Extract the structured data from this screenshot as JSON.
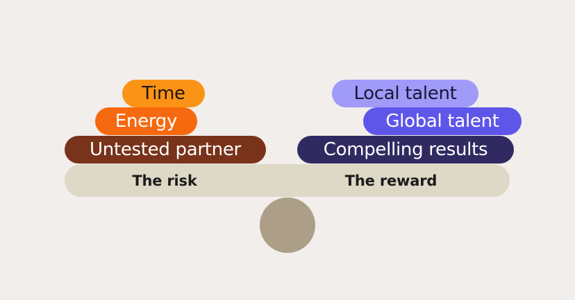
{
  "risk": {
    "label": "The risk",
    "items": [
      {
        "label": "Time",
        "bg": "#fb9316",
        "fg": "#1e1410"
      },
      {
        "label": "Energy",
        "bg": "#f6690f",
        "fg": "#ffffff"
      },
      {
        "label": "Untested partner",
        "bg": "#78331a",
        "fg": "#ffffff"
      }
    ]
  },
  "reward": {
    "label": "The reward",
    "items": [
      {
        "label": "Local talent",
        "bg": "#a09af8",
        "fg": "#1a1633"
      },
      {
        "label": "Global talent",
        "bg": "#5e56e9",
        "fg": "#ffffff"
      },
      {
        "label": "Compelling results",
        "bg": "#302a61",
        "fg": "#ffffff"
      }
    ]
  },
  "colors": {
    "background": "#f1eeeb",
    "beam": "#ded8c6",
    "fulcrum": "#ad9f87"
  }
}
